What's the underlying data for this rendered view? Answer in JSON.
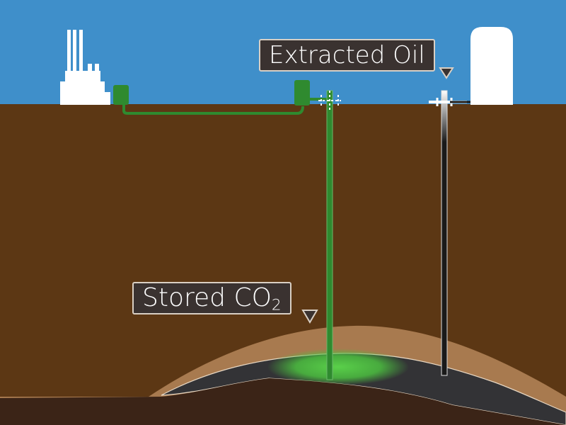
{
  "labels": {
    "extracted_oil": "Extracted Oil",
    "stored_co2_main": "Stored CO",
    "stored_co2_sub": "2"
  },
  "colors": {
    "sky": "#3f8fca",
    "ground": "#5c3714",
    "deep_ground": "#3b2417",
    "cap_rock": "#a87a4f",
    "reservoir": "#333336",
    "co2_pipe": "#2f8a2f",
    "co2_glow": "#5ad04a",
    "oil_pipe": "#1a1a1a"
  }
}
